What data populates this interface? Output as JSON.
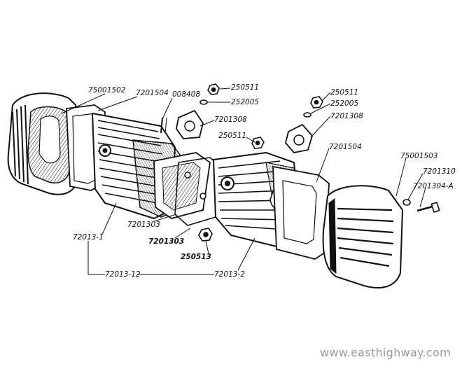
{
  "colors": {
    "ink": "#111111",
    "paper": "#ffffff",
    "watermark": "#9a9a9a",
    "shadow": "#c8c8c8"
  },
  "labels": {
    "l_75001502": "75001502",
    "l_7201504_left": "7201504",
    "l_008408": "008408",
    "l_250511_top": "250511",
    "l_252005_top": "252005",
    "l_7201308_left": "7201308",
    "l_250511_mid": "250511",
    "l_250511_right": "250511",
    "l_252005_right": "252005",
    "l_7201308_right": "7201308",
    "l_7201504_right": "7201504",
    "l_75001503": "75001503",
    "l_7201310": "7201310",
    "l_7201304a": "7201304-A",
    "l_72013_1": "72013-1",
    "l_7201303_a": "7201303",
    "l_7201303_b": "7201303",
    "l_250513": "250513",
    "l_72013_12": "72013-12",
    "l_72013_2": "72013-2"
  },
  "watermark": "www.easthighway.com"
}
